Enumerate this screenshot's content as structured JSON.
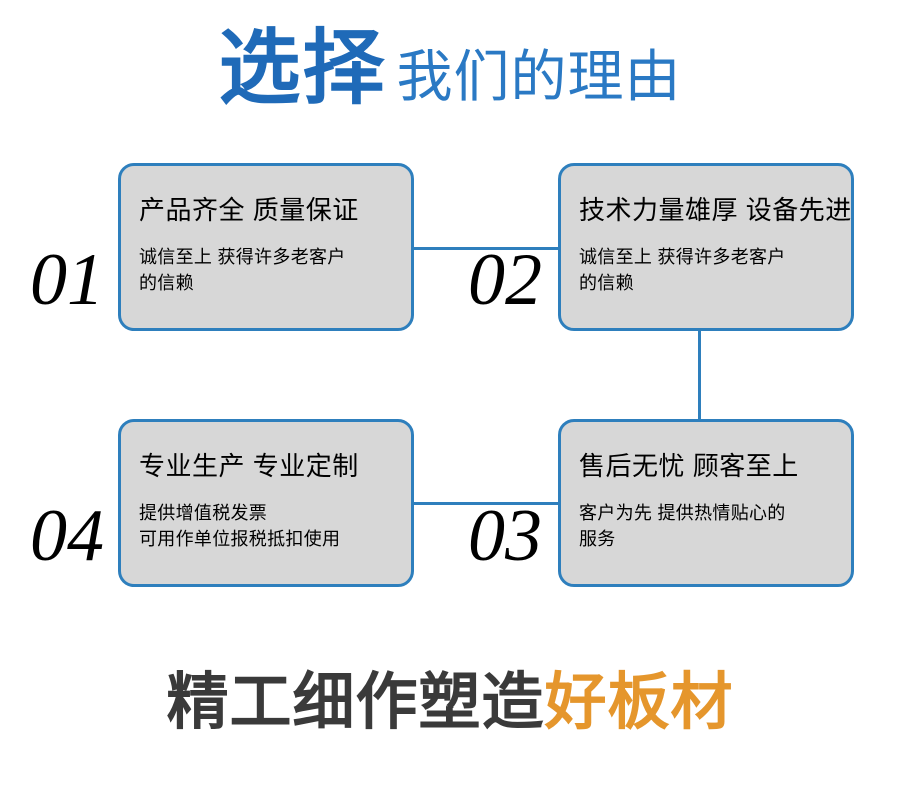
{
  "header": {
    "strong_text": "选择",
    "light_text": "我们的理由",
    "strong_color": "#1f6ab8",
    "light_color": "#2a79c4"
  },
  "cards": [
    {
      "number": "01",
      "title": "产品齐全 质量保证",
      "body_lines": [
        "诚信至上 获得许多老客户",
        "的信赖"
      ]
    },
    {
      "number": "02",
      "title": "技术力量雄厚 设备先进",
      "body_lines": [
        "诚信至上 获得许多老客户",
        "的信赖"
      ]
    },
    {
      "number": "03",
      "title": "售后无忧 顾客至上",
      "body_lines": [
        "客户为先 提供热情贴心的",
        "服务"
      ]
    },
    {
      "number": "04",
      "title": "专业生产 专业定制",
      "body_lines": [
        "提供增值税发票",
        "可用作单位报税抵扣使用"
      ]
    }
  ],
  "footer": {
    "dark_text": "精工细作塑造",
    "accent_text": "好板材",
    "dark_color": "#3a3a3a",
    "accent_color": "#e5962c"
  },
  "theme": {
    "card_fill": "#d7d7d7",
    "card_border": "#2e7fbd",
    "connector": "#2e7fbd",
    "background": "#ffffff"
  }
}
